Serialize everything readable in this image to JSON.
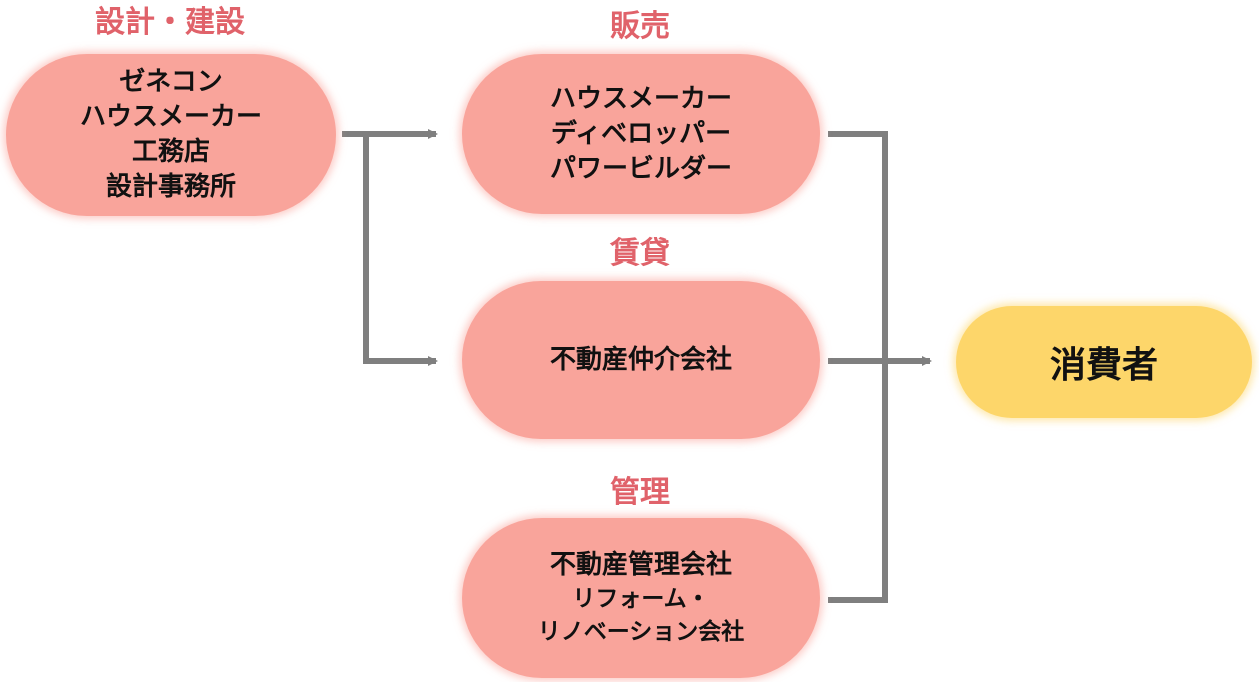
{
  "stages": {
    "design": {
      "label": "設計・建設",
      "lines": [
        "ゼネコン",
        "ハウスメーカー",
        "工務店",
        "設計事務所"
      ]
    },
    "sales": {
      "label": "販売",
      "lines": [
        "ハウスメーカー",
        "ディベロッパー",
        "パワービルダー"
      ]
    },
    "rental": {
      "label": "賃貸",
      "lines": [
        "不動産仲介会社"
      ]
    },
    "management": {
      "label": "管理",
      "lines": [
        "不動産管理会社",
        "リフォーム・",
        "リノベーション会社"
      ]
    }
  },
  "consumer": {
    "label": "消費者"
  },
  "colors": {
    "node_fill": "#f9a49b",
    "consumer_fill": "#fdd66a",
    "label_text": "#e0626a",
    "connector": "#7f7f7f"
  }
}
